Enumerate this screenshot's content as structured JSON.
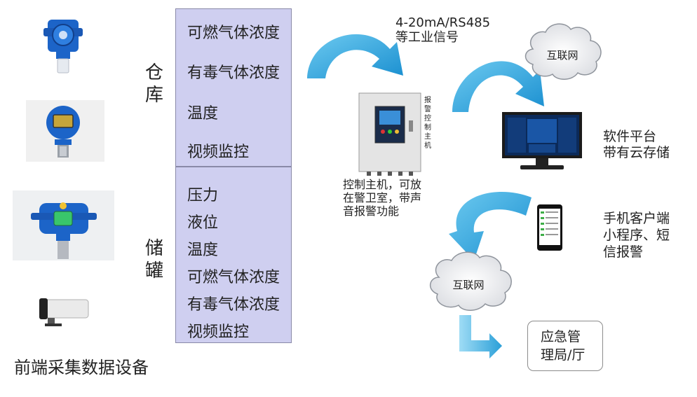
{
  "warehouse": {
    "label_line1": "仓",
    "label_line2": "库",
    "items": [
      "可燃气体浓度",
      "有毒气体浓度",
      "温度",
      "视频监控"
    ]
  },
  "tank": {
    "label_line1": "储",
    "label_line2": "罐",
    "items": [
      "压力",
      "液位",
      "温度",
      "可燃气体浓度",
      "有毒气体浓度",
      "视频监控"
    ]
  },
  "signal": {
    "line1": "4-20mA/RS485",
    "line2": "等工业信号"
  },
  "controller": {
    "panel_text": [
      "报",
      "警",
      "控",
      "制",
      "主",
      "机"
    ],
    "note_lines": [
      "控制主机，可放",
      "在警卫室，带声",
      "音报警功能"
    ]
  },
  "internet_top": "互联网",
  "internet_bottom": "互联网",
  "software": {
    "line1": "软件平台",
    "line2": "带有云存储"
  },
  "mobile": {
    "line1": "手机客户端",
    "line2": "小程序、短",
    "line3": "信报警"
  },
  "emergency": {
    "line1": "应急管",
    "line2": "理局/厅"
  },
  "footer_caption": "前端采集数据设备",
  "colors": {
    "arrow": "#2a9fd8",
    "arrow_light": "#6dcaf0",
    "panel_bg": "#cfcff0",
    "device_blue": "#1c64c8"
  },
  "icons": [
    "gas-detector-icon",
    "camera-icon",
    "controller-cabinet-icon",
    "monitor-icon",
    "phone-icon",
    "cloud-icon",
    "arrow-icon"
  ]
}
